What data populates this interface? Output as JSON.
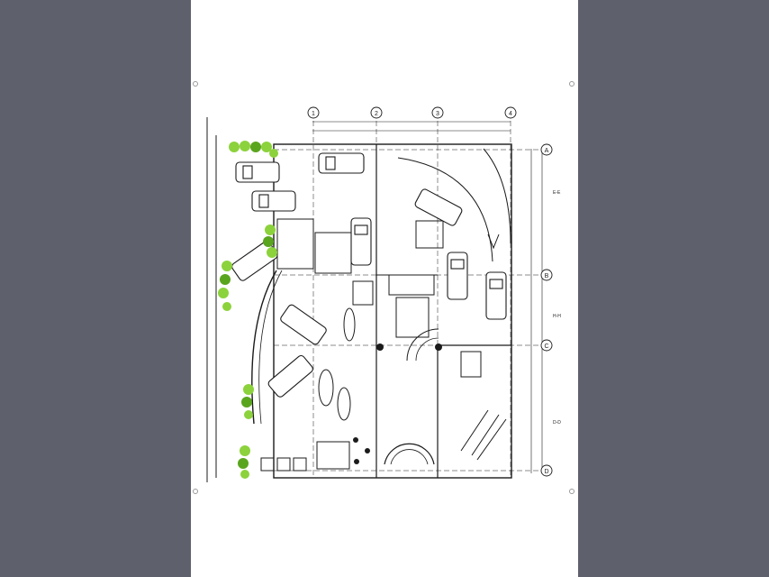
{
  "sheet": {
    "background": "#ffffff",
    "backdrop": "#5e616c"
  },
  "plan": {
    "column_grid_labels": [
      "1",
      "2",
      "3",
      "4"
    ],
    "row_grid_labels": [
      "A",
      "B",
      "C",
      "D"
    ],
    "secondary_row_labels": [
      "E-E",
      "H-H",
      "D-D"
    ],
    "colors": {
      "line": "#1b1b1b",
      "planting": "#8cd23c",
      "planting_dark": "#5aa51e"
    },
    "furniture": [
      "vehicle-1",
      "vehicle-2",
      "vehicle-3",
      "vehicle-4",
      "vehicle-5",
      "vehicle-6",
      "vehicle-7",
      "vehicle-8",
      "vehicle-9",
      "vehicle-10"
    ]
  }
}
